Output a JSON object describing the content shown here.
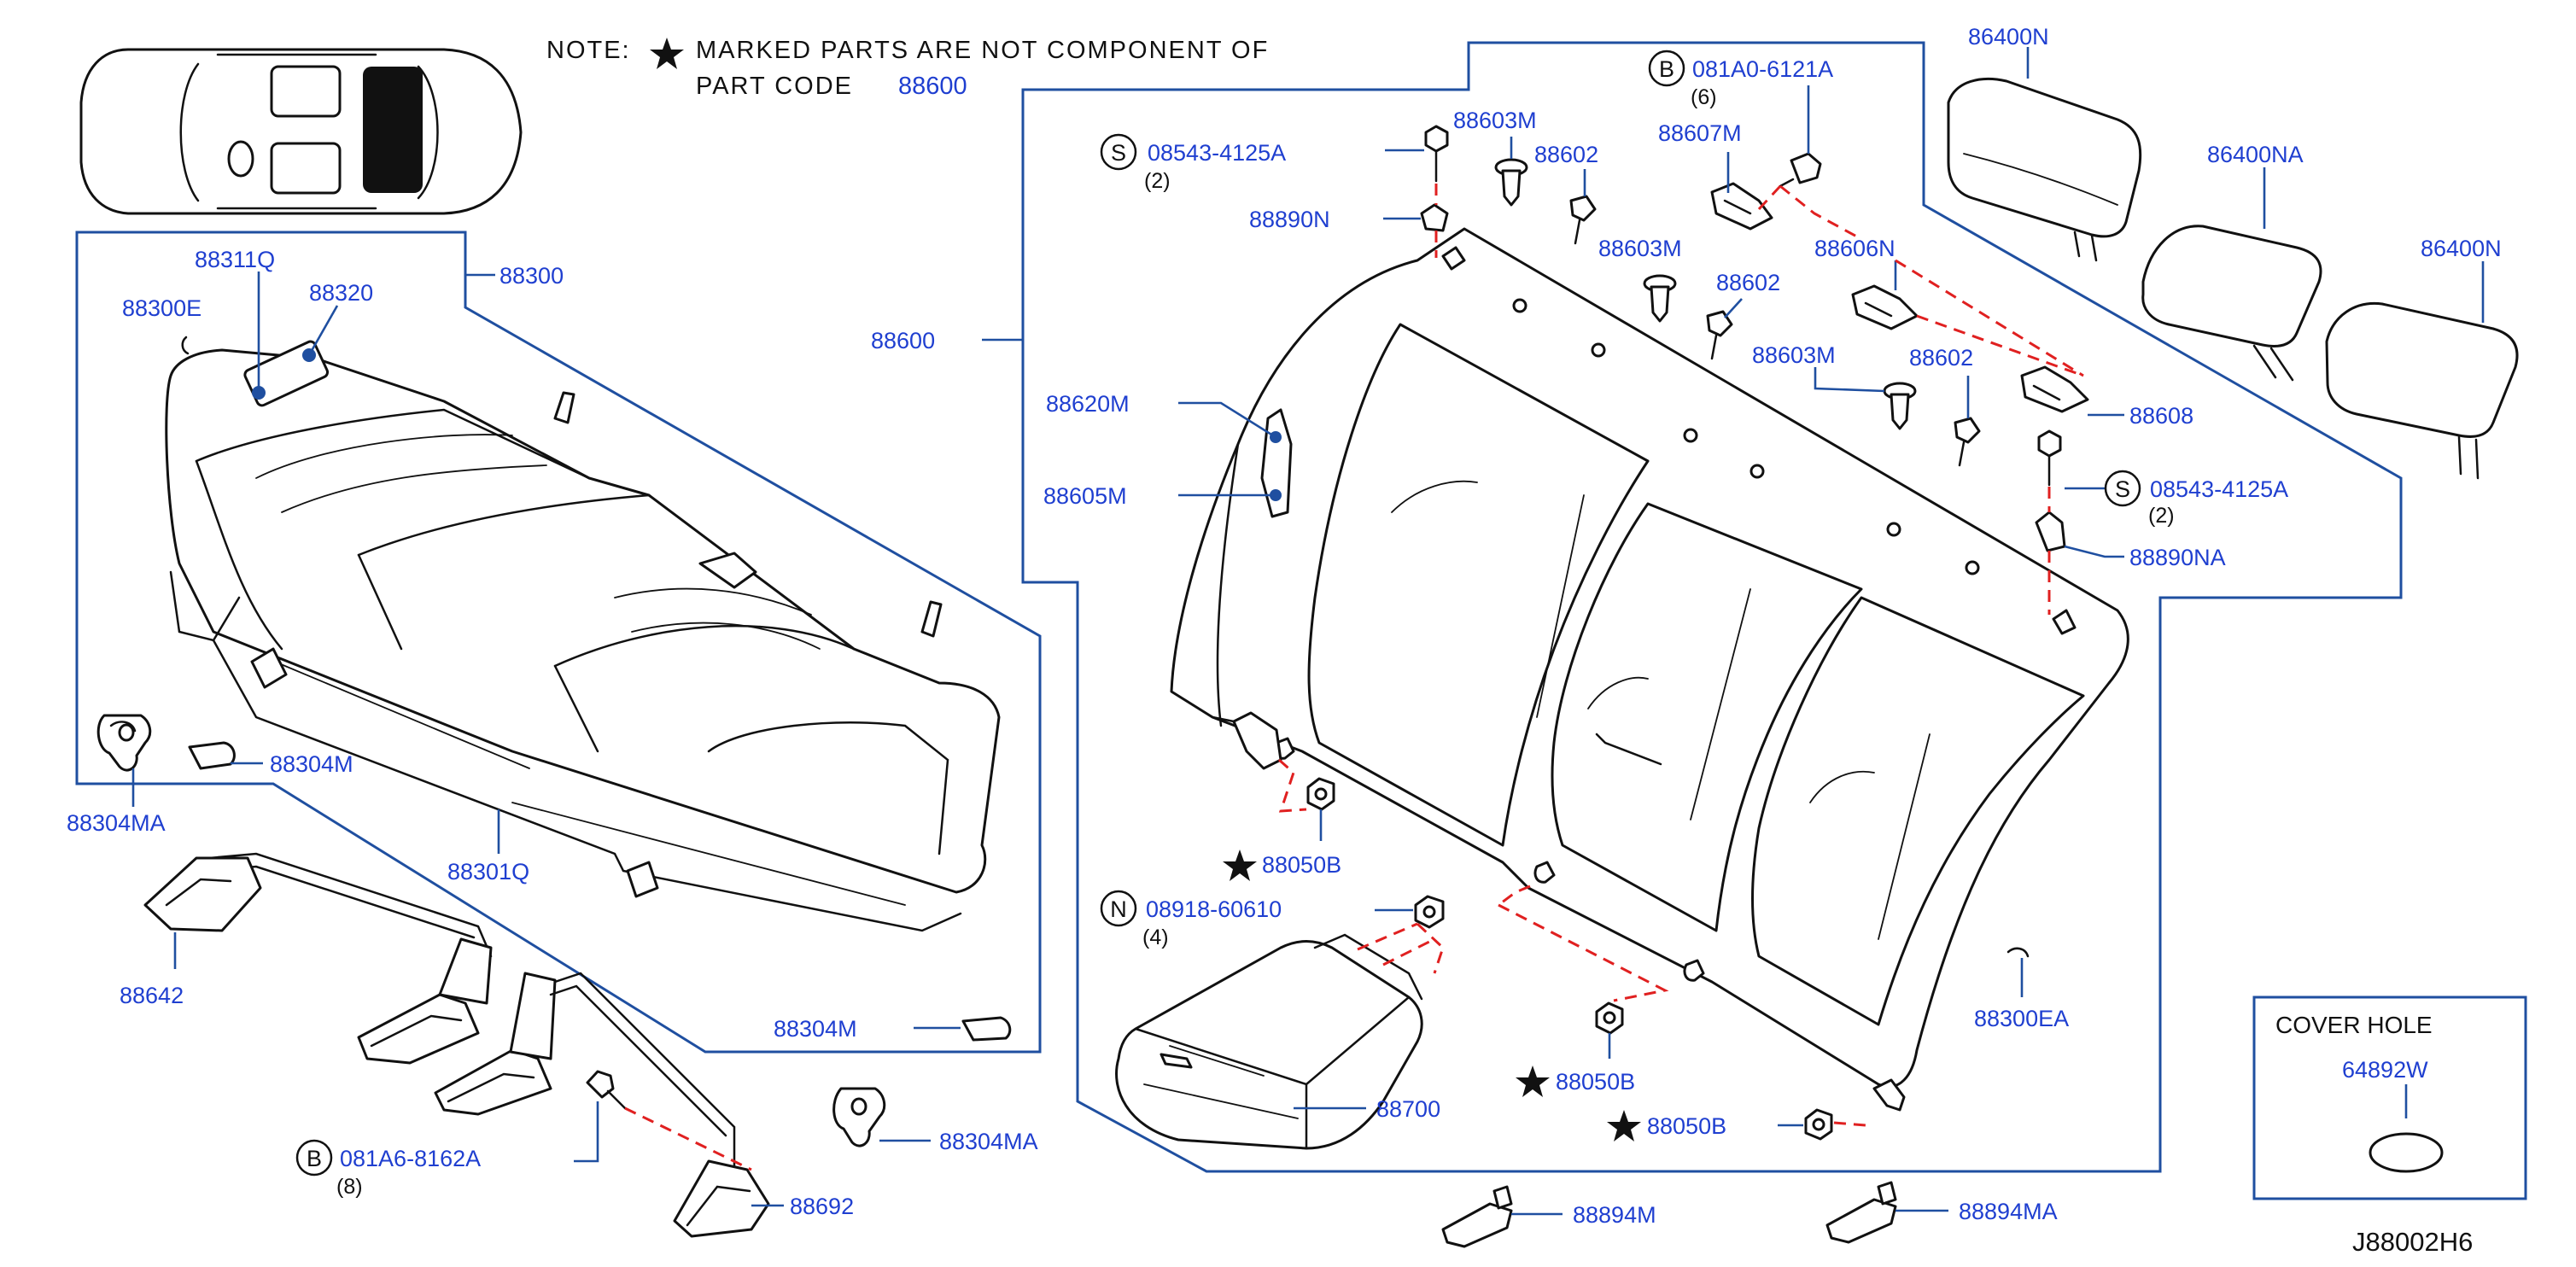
{
  "note": {
    "line1_prefix": "NOTE:",
    "line1_text": "MARKED  PARTS  ARE  NOT  COMPONENT  OF",
    "line2_text": "PART  CODE",
    "part_code": "88600"
  },
  "groups": {
    "cushion": "88300",
    "back": "88600"
  },
  "labels": {
    "p88311Q": "88311Q",
    "p88320": "88320",
    "p88300E": "88300E",
    "p88304MA_left": "88304MA",
    "p88304M_top": "88304M",
    "p88301Q": "88301Q",
    "p88642": "88642",
    "p88304M_bottom": "88304M",
    "p88304MA_bottom": "88304MA",
    "p88692": "88692",
    "p88603M_a": "88603M",
    "p88602_a": "88602",
    "p88890N": "88890N",
    "p88607M": "88607M",
    "p88603M_b": "88603M",
    "p88602_b": "88602",
    "p88606N": "88606N",
    "p88603M_c": "88603M",
    "p88602_c": "88602",
    "p88608": "88608",
    "p88890NA": "88890NA",
    "p88620M": "88620M",
    "p88605M": "88605M",
    "p88050B_a": "88050B",
    "p88050B_b": "88050B",
    "p88050B_c": "88050B",
    "p88700": "88700",
    "p88300EA": "88300EA",
    "p88894M": "88894M",
    "p88894MA": "88894MA",
    "p86400N_top": "86400N",
    "p86400NA": "86400NA",
    "p86400N_right": "86400N"
  },
  "fasteners": {
    "bolt_081A6": {
      "symbol": "B",
      "code": "081A6-8162A",
      "qty": "(8)"
    },
    "bolt_081A0": {
      "symbol": "B",
      "code": "081A0-6121A",
      "qty": "(6)"
    },
    "screw_08543_a": {
      "symbol": "S",
      "code": "08543-4125A",
      "qty": "(2)"
    },
    "screw_08543_b": {
      "symbol": "S",
      "code": "08543-4125A",
      "qty": "(2)"
    },
    "nut_08918": {
      "symbol": "N",
      "code": "08918-60610",
      "qty": "(4)"
    }
  },
  "cover_hole": {
    "title": "COVER   HOLE",
    "part": "64892W"
  },
  "drawing_code": "J88002H6",
  "colors": {
    "label_blue": "#1f3fd0",
    "leader_blue": "#1f4fa0",
    "dashed_red": "#e02020",
    "outline": "#111111"
  }
}
